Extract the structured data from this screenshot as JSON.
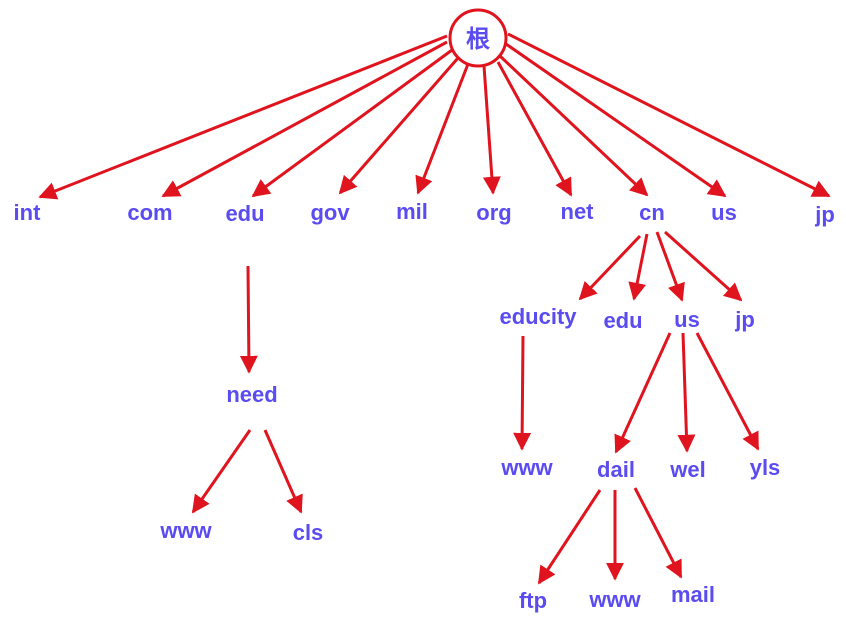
{
  "root": {
    "label": "根"
  },
  "nodes": [
    {
      "id": "int",
      "label": "int",
      "parent": "root"
    },
    {
      "id": "com",
      "label": "com",
      "parent": "root"
    },
    {
      "id": "edu",
      "label": "edu",
      "parent": "root"
    },
    {
      "id": "gov",
      "label": "gov",
      "parent": "root"
    },
    {
      "id": "mil",
      "label": "mil",
      "parent": "root"
    },
    {
      "id": "org",
      "label": "org",
      "parent": "root"
    },
    {
      "id": "net",
      "label": "net",
      "parent": "root"
    },
    {
      "id": "cn",
      "label": "cn",
      "parent": "root"
    },
    {
      "id": "us_top",
      "label": "us",
      "parent": "root"
    },
    {
      "id": "jp_top",
      "label": "jp",
      "parent": "root"
    },
    {
      "id": "need",
      "label": "need",
      "parent": "edu"
    },
    {
      "id": "www_need",
      "label": "www",
      "parent": "need"
    },
    {
      "id": "cls",
      "label": "cls",
      "parent": "need"
    },
    {
      "id": "educity",
      "label": "educity",
      "parent": "cn"
    },
    {
      "id": "edu_cn",
      "label": "edu",
      "parent": "cn"
    },
    {
      "id": "us_cn",
      "label": "us",
      "parent": "cn"
    },
    {
      "id": "jp_cn",
      "label": "jp",
      "parent": "cn"
    },
    {
      "id": "www_educity",
      "label": "www",
      "parent": "educity"
    },
    {
      "id": "dail",
      "label": "dail",
      "parent": "us_cn"
    },
    {
      "id": "wel",
      "label": "wel",
      "parent": "us_cn"
    },
    {
      "id": "yls",
      "label": "yls",
      "parent": "us_cn"
    },
    {
      "id": "ftp",
      "label": "ftp",
      "parent": "dail"
    },
    {
      "id": "www_dail",
      "label": "www",
      "parent": "dail"
    },
    {
      "id": "mail",
      "label": "mail",
      "parent": "dail"
    }
  ],
  "colors": {
    "edge": "#e0141e",
    "label": "#5a4cf0",
    "root_circle": "#e0141e"
  }
}
